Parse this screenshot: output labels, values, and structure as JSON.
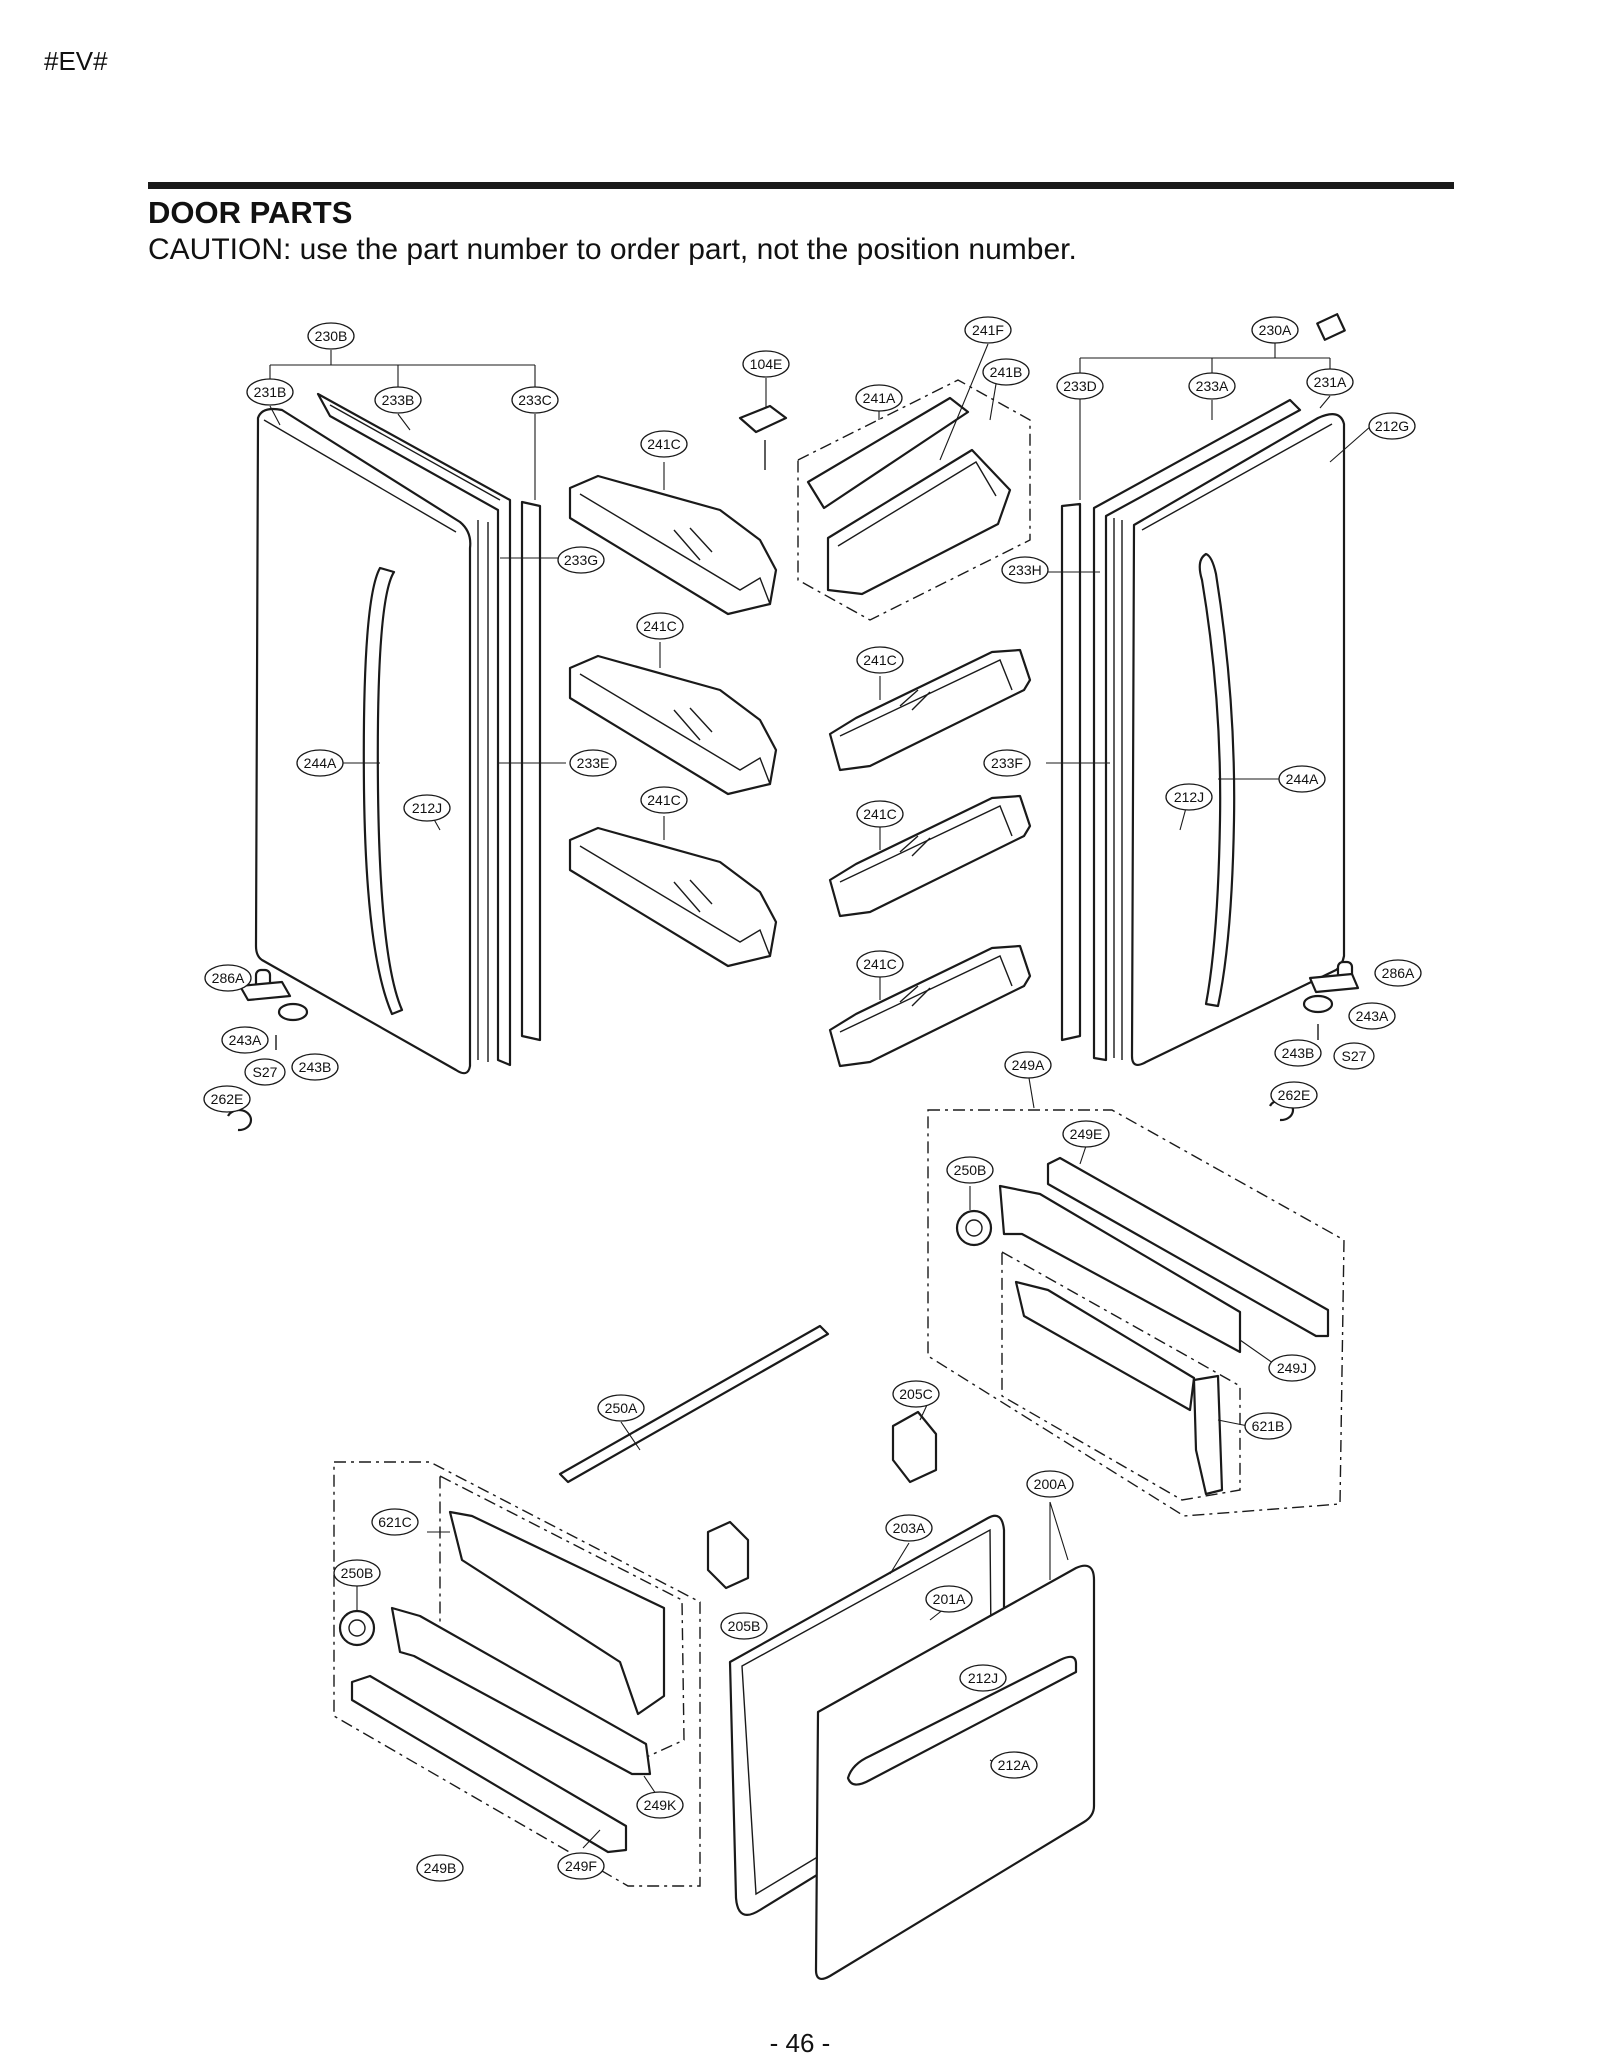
{
  "header": {
    "tag": "#EV#"
  },
  "section": {
    "title": "DOOR PARTS",
    "caution": "CAUTION: use the part number to order part, not the position number."
  },
  "footer": {
    "page": "- 46 -"
  },
  "callouts": {
    "c230B": "230B",
    "c231B": "231B",
    "c233B": "233B",
    "c233C": "233C",
    "c104E": "104E",
    "c241F": "241F",
    "c241B": "241B",
    "c241A": "241A",
    "c230A": "230A",
    "c233D": "233D",
    "c233A": "233A",
    "c231A": "231A",
    "c212G": "212G",
    "c241C": "241C",
    "c233G": "233G",
    "c233H": "233H",
    "c244A": "244A",
    "c212J": "212J",
    "c233E": "233E",
    "c233F": "233F",
    "c286A": "286A",
    "c243A": "243A",
    "c243B": "243B",
    "c262E": "262E",
    "cS27": "S27",
    "c249A": "249A",
    "c249E": "249E",
    "c250B": "250B",
    "c249J": "249J",
    "c621B": "621B",
    "c250A": "250A",
    "c205C": "205C",
    "c200A": "200A",
    "c203A": "203A",
    "c201A": "201A",
    "c205B": "205B",
    "c212A": "212A",
    "c621C": "621C",
    "c249K": "249K",
    "c249B": "249B",
    "c249F": "249F"
  }
}
